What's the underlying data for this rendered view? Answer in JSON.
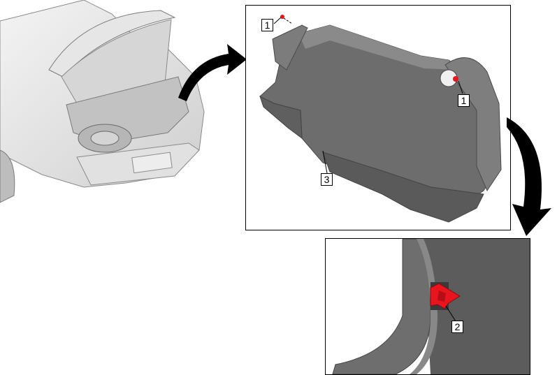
{
  "callouts": {
    "fastener_top": "1",
    "fastener_right": "1",
    "clip": "2",
    "trim_panel": "3"
  },
  "colors": {
    "highlight": "#e8141e",
    "panel_fill": "#6e6e6e",
    "line": "#000000"
  }
}
